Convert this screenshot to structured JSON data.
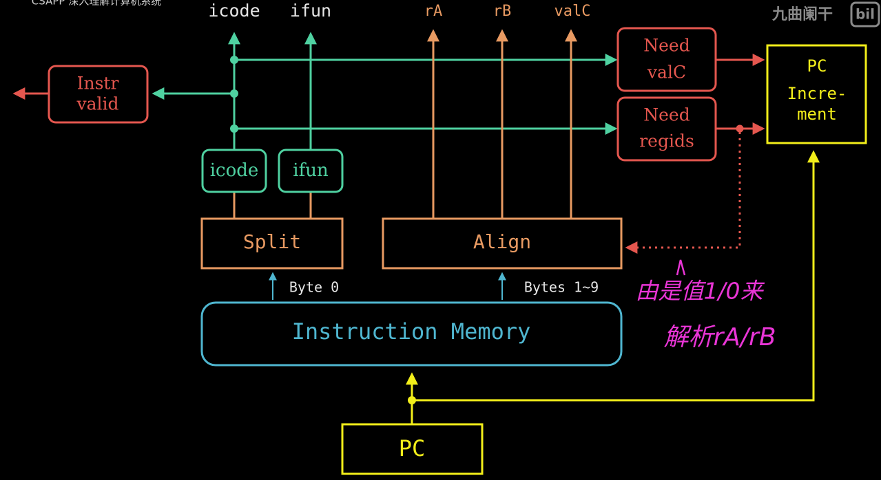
{
  "video_title": "CSAPP 深入理解计算机系统",
  "watermark": "九曲阑干",
  "colors": {
    "background": "#000000",
    "control": "#e5574f",
    "green": "#4fd1a1",
    "orange": "#e89a62",
    "memory": "#4fb6d0",
    "yellow": "#f2ee1a",
    "label": "#e6e6e6",
    "annotation": "#e935d6"
  },
  "outputs": {
    "icode": "icode",
    "ifun": "ifun",
    "rA": "rA",
    "rB": "rB",
    "valC": "valC"
  },
  "blocks": {
    "instr_valid": [
      "Instr",
      "valid"
    ],
    "need_valc": [
      "Need",
      "valC"
    ],
    "need_regids": [
      "Need",
      "regids"
    ],
    "pc_increment": [
      "PC",
      "Incre-",
      "ment"
    ],
    "icode_box": "icode",
    "ifun_box": "ifun",
    "split": "Split",
    "align": "Align",
    "instruction_memory": "Instruction Memory",
    "pc": "PC"
  },
  "byte_labels": {
    "byte0": "Byte 0",
    "bytes1_9": "Bytes 1~9"
  },
  "handwritten_note": [
    "由是值1/0来",
    "解析rA/rB"
  ]
}
